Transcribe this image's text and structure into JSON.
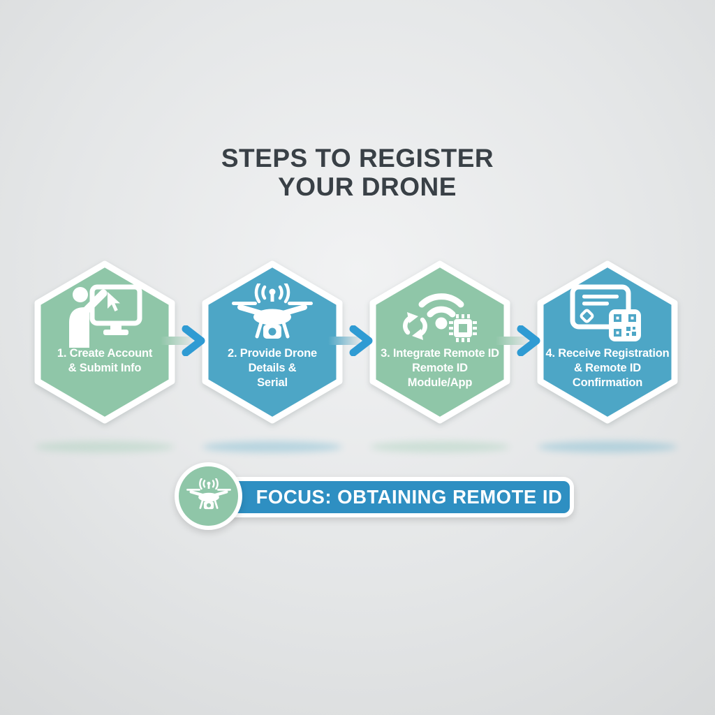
{
  "title": {
    "line1": "STEPS TO REGISTER",
    "line2": "YOUR DRONE"
  },
  "steps": [
    {
      "icon": "person-computer-icon",
      "color": "#8fc6a8",
      "lines": [
        "1. Create Account",
        "& Submit Info"
      ]
    },
    {
      "icon": "drone-wifi-icon",
      "color": "#4da6c6",
      "lines": [
        "2. Provide Drone",
        "Details &",
        "Serial"
      ]
    },
    {
      "icon": "sync-wifi-chip-icon",
      "color": "#8fc6a8",
      "lines": [
        "3. Integrate Remote ID",
        "Remote ID",
        "Module/App"
      ]
    },
    {
      "icon": "certificate-qr-icon",
      "color": "#4da6c6",
      "lines": [
        "4. Receive Registration",
        "& Remote ID",
        "Confirmation"
      ]
    }
  ],
  "focus": {
    "label": "FOCUS: OBTAINING REMOTE ID",
    "icon": "drone-wifi-icon",
    "bar_color": "#2e8fc2",
    "badge_color": "#8fc6a8"
  },
  "colors": {
    "arrow": "#2f9bd3",
    "title_text": "#394046",
    "step_text": "#ffffff",
    "background": "#e4e6e7"
  }
}
